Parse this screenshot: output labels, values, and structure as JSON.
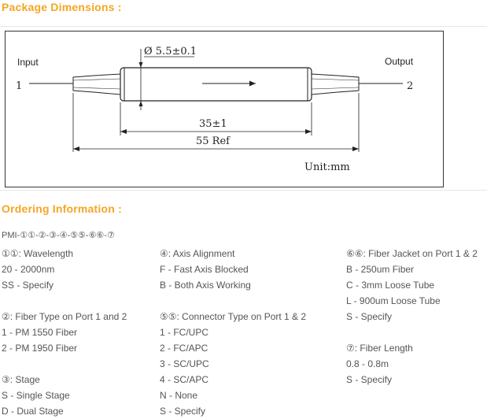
{
  "headings": {
    "package": "Package Dimensions :",
    "ordering": "Ordering Information :"
  },
  "drawing": {
    "input_label": "Input",
    "output_label": "Output",
    "port1": "1",
    "port2": "2",
    "diameter": "Ø 5.5±0.1",
    "length_body": "35±1",
    "length_ref": "55 Ref",
    "unit": "Unit:mm"
  },
  "ordering": {
    "part_number": "PMI-①①-②-③-④-⑤⑤-⑥⑥-⑦",
    "col1": [
      "①①: Wavelength",
      " 20 - 2000nm",
      "SS - Specify",
      "",
      "②: Fiber Type on Port 1 and 2",
      " 1 - PM 1550 Fiber",
      " 2 - PM 1950 Fiber",
      "",
      "③: Stage",
      "S - Single Stage",
      "D - Dual Stage"
    ],
    "col2": [
      "④: Axis Alignment",
      " F - Fast Axis Blocked",
      " B - Both Axis Working",
      "",
      "⑤⑤: Connector Type on Port 1 & 2",
      " 1 - FC/UPC",
      " 2 - FC/APC",
      " 3 - SC/UPC",
      " 4 - SC/APC",
      " N - None",
      " S - Specify"
    ],
    "col3": [
      "⑥⑥: Fiber Jacket on Port 1 & 2",
      " B - 250um Fiber",
      " C - 3mm Loose Tube",
      " L - 900um Loose Tube",
      " S - Specify",
      "",
      "⑦: Fiber Length",
      " 0.8 - 0.8m",
      " S - Specify"
    ]
  }
}
